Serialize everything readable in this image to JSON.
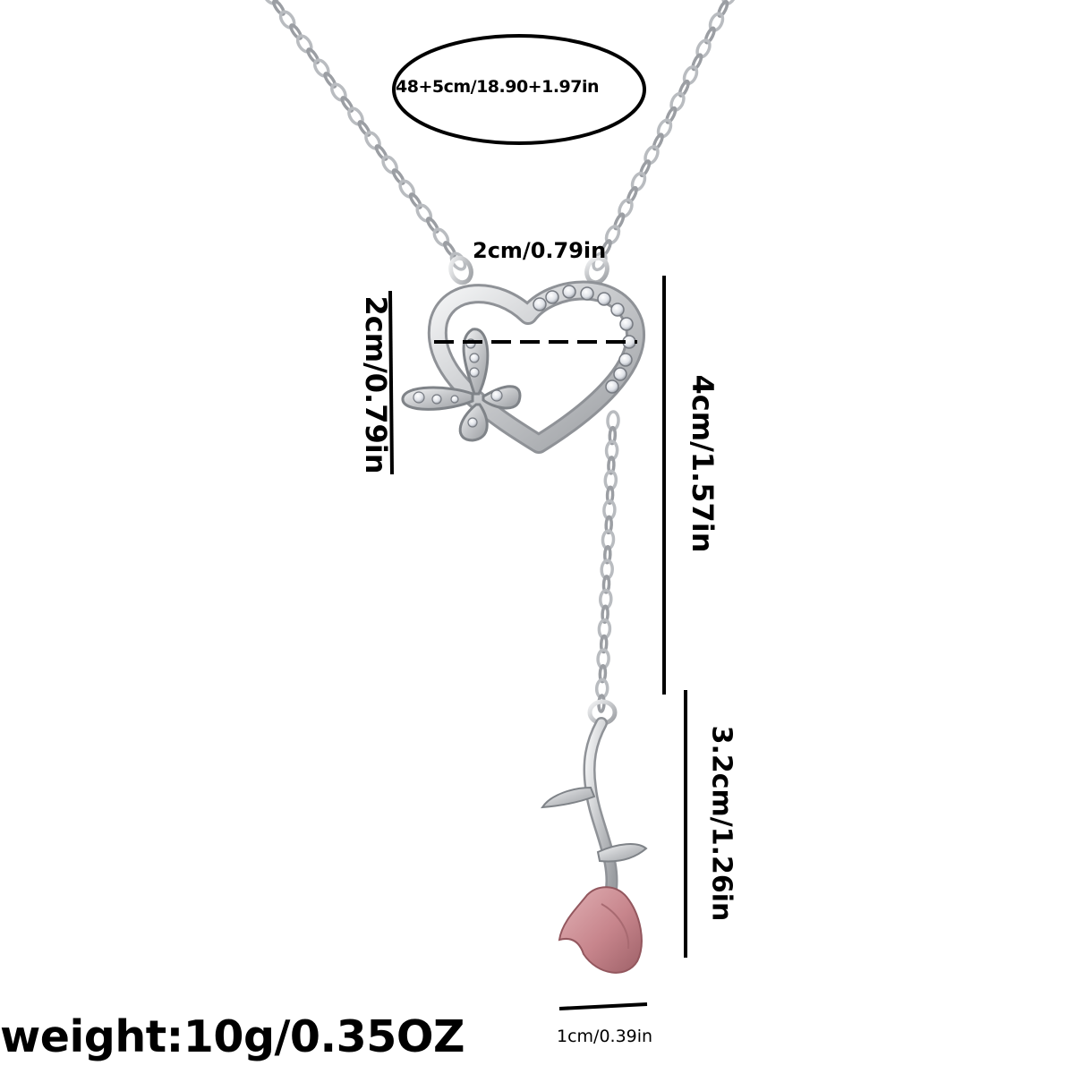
{
  "image": {
    "subject": "silver heart and butterfly lariat necklace with rose pendant",
    "colors": {
      "metal": "#c8cacc",
      "rose": "#c8898f",
      "crystal": "#eef0f4",
      "lines": "#000000"
    }
  },
  "labels": {
    "length": "48+5cm/18.90+1.97in",
    "heart_width": "2cm/0.79in",
    "heart_height": "2cm/0.79in",
    "drop_length": "4cm/1.57in",
    "rose_height": "3.2cm/1.26in",
    "rose_width": "1cm/0.39in",
    "weight": "weight:10g/0.35OZ"
  }
}
